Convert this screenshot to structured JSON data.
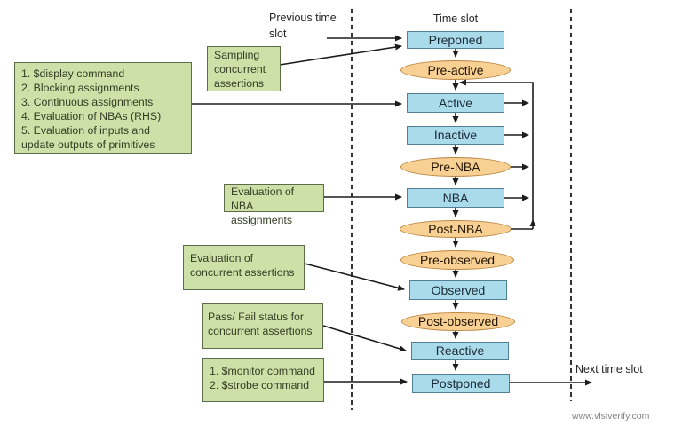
{
  "diagram": {
    "labels": {
      "previous_time_slot": "Previous time\nslot",
      "time_slot": "Time slot",
      "next_time_slot": "Next time slot",
      "watermark": "www.vlsiverify.com"
    },
    "flow": {
      "nodes": [
        {
          "id": "preponed",
          "label": "Preponed",
          "shape": "rect"
        },
        {
          "id": "pre-active",
          "label": "Pre-active",
          "shape": "ellipse"
        },
        {
          "id": "active",
          "label": "Active",
          "shape": "rect"
        },
        {
          "id": "inactive",
          "label": "Inactive",
          "shape": "rect"
        },
        {
          "id": "pre-nba",
          "label": "Pre-NBA",
          "shape": "ellipse"
        },
        {
          "id": "nba",
          "label": "NBA",
          "shape": "rect"
        },
        {
          "id": "post-nba",
          "label": "Post-NBA",
          "shape": "ellipse"
        },
        {
          "id": "pre-observed",
          "label": "Pre-observed",
          "shape": "ellipse"
        },
        {
          "id": "observed",
          "label": "Observed",
          "shape": "rect"
        },
        {
          "id": "post-observed",
          "label": "Post-observed",
          "shape": "ellipse"
        },
        {
          "id": "reactive",
          "label": "Reactive",
          "shape": "rect"
        },
        {
          "id": "postponed",
          "label": "Postponed",
          "shape": "rect"
        }
      ]
    },
    "notes": [
      {
        "id": "active-region-tasks",
        "target": "active",
        "text": "1. $display command\n2. Blocking assignments\n3. Continuous assignments\n4. Evaluation of NBAs (RHS)\n5. Evaluation of inputs and\nupdate outputs of primitives"
      },
      {
        "id": "preponed-note",
        "target": "preponed",
        "text": "Sampling\nconcurrent\nassertions"
      },
      {
        "id": "nba-note",
        "target": "nba",
        "text": "Evaluation of NBA\nassignments"
      },
      {
        "id": "observed-note",
        "target": "observed",
        "text": "Evaluation of\nconcurrent assertions"
      },
      {
        "id": "reactive-note",
        "target": "reactive",
        "text": "Pass/ Fail status for\nconcurrent assertions"
      },
      {
        "id": "postponed-note",
        "target": "postponed",
        "text": "1. $monitor command\n2. $strobe command"
      }
    ],
    "colors": {
      "region_box_fill": "#aadbea",
      "region_box_border": "#527f93",
      "region_ellipse_fill": "#f8d094",
      "region_ellipse_border": "#b9853f",
      "note_fill": "#cde0a8",
      "note_border": "#5d6b48",
      "line": "#1c1c1c"
    }
  }
}
